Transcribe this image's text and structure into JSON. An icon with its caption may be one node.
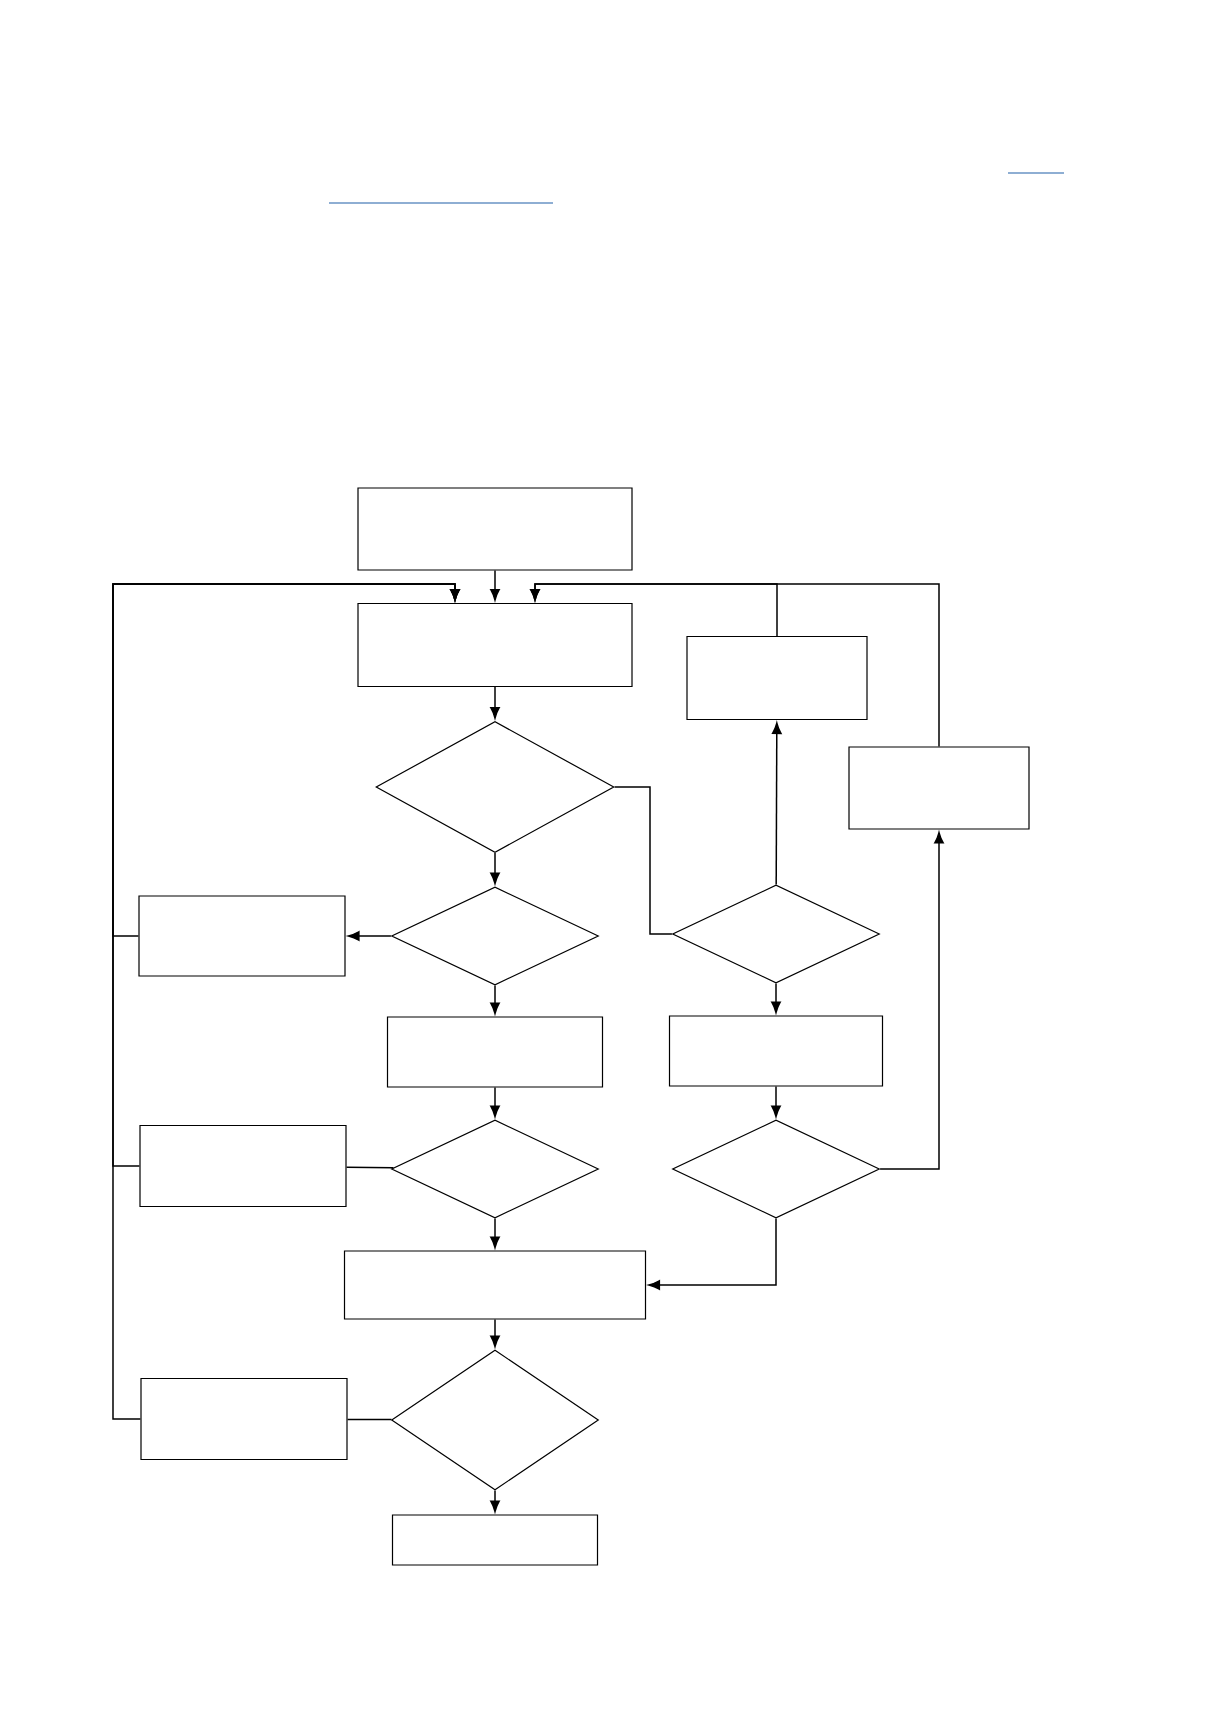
{
  "diagram": {
    "nodes": [
      {
        "text": [],
        "shape": "box"
      },
      {
        "text": [],
        "shape": "box"
      },
      {
        "text": [],
        "shape": "diamond"
      },
      {
        "text": [],
        "shape": "box"
      },
      {
        "text": [],
        "shape": "box"
      },
      {
        "text": [],
        "shape": "box"
      },
      {
        "text": [],
        "shape": "diamond"
      },
      {
        "text": [],
        "shape": "diamond"
      },
      {
        "text": [],
        "shape": "box"
      },
      {
        "text": [],
        "shape": "box"
      },
      {
        "text": [],
        "shape": "box"
      },
      {
        "text": [],
        "shape": "diamond"
      },
      {
        "text": [],
        "shape": "diamond"
      },
      {
        "text": [],
        "shape": "box"
      },
      {
        "text": [],
        "shape": "box"
      },
      {
        "text": [],
        "shape": "diamond"
      },
      {
        "text": [],
        "shape": "box"
      }
    ],
    "edges": [
      {
        "from": 0,
        "to": 1,
        "arrow": "to"
      },
      {
        "from": 1,
        "to": 2,
        "arrow": "to"
      },
      {
        "from": 2,
        "to": 6,
        "arrow": "to"
      },
      {
        "from": 6,
        "to": 5,
        "arrow": "to"
      },
      {
        "from": 6,
        "to": 8,
        "arrow": "to"
      },
      {
        "from": 8,
        "to": 11,
        "arrow": "to"
      },
      {
        "from": 11,
        "to": 10,
        "arrow": "none"
      },
      {
        "from": 11,
        "to": 13,
        "arrow": "to"
      },
      {
        "from": 13,
        "to": 15,
        "arrow": "to"
      },
      {
        "from": 15,
        "to": 14,
        "arrow": "none"
      },
      {
        "from": 15,
        "to": 16,
        "arrow": "to"
      },
      {
        "from": 2,
        "to": 7,
        "arrow": "none"
      },
      {
        "from": 7,
        "to": 3,
        "arrow": "to"
      },
      {
        "from": 7,
        "to": 9,
        "arrow": "to"
      },
      {
        "from": 9,
        "to": 12,
        "arrow": "to"
      },
      {
        "from": 12,
        "to": 4,
        "arrow": "to"
      },
      {
        "from": 12,
        "to": 13,
        "arrow": "to"
      },
      {
        "from": 3,
        "to": 1,
        "arrow": "to"
      },
      {
        "from": 4,
        "to": 1,
        "arrow": "to"
      },
      {
        "from": 5,
        "to": 1,
        "arrow": "to"
      },
      {
        "from": 10,
        "to": 1,
        "arrow": "to"
      },
      {
        "from": 14,
        "to": 1,
        "arrow": "to"
      }
    ]
  }
}
